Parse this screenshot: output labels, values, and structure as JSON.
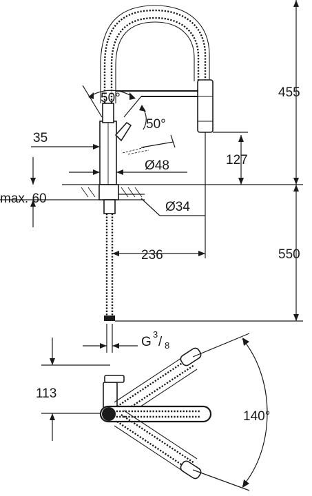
{
  "dimensions": {
    "spout_angle": "50°",
    "lever_angle": "50°",
    "lever_offset": "35",
    "body_diameter": "Ø48",
    "max_deck_thickness": "max. 60",
    "hole_diameter": "Ø34",
    "reach": "236",
    "outlet_height": "127",
    "total_height": "455",
    "under_deck_length": "550",
    "connection_prefix": "G",
    "connection_numerator": "3",
    "connection_denominator": "8",
    "swivel_offset": "113",
    "swivel_angle": "140°"
  }
}
